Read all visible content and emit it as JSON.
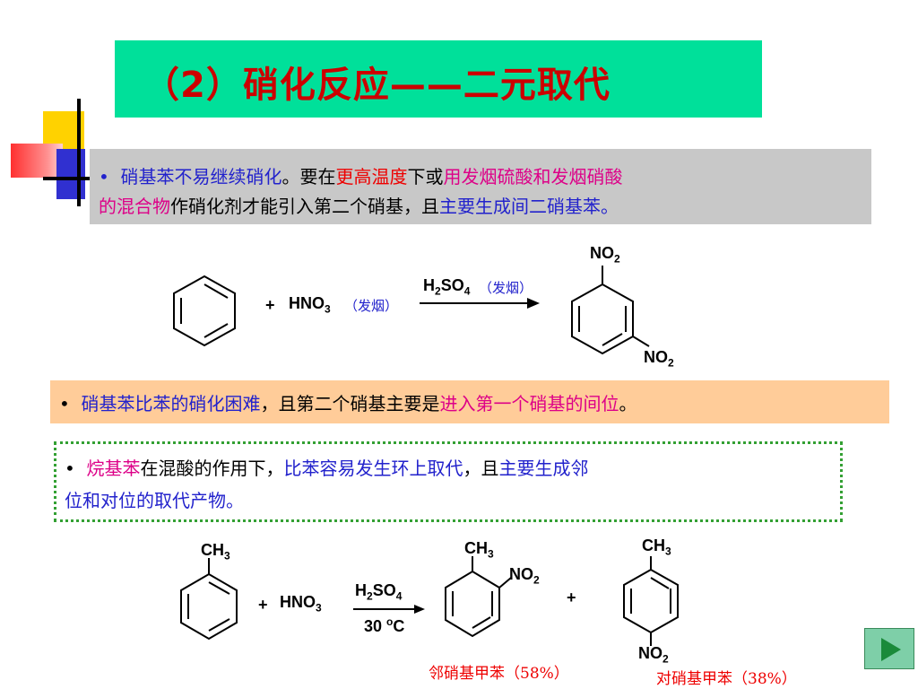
{
  "title": {
    "text": "（2）硝化反应——二元取代"
  },
  "bullet1": {
    "bullet": "•",
    "line1": [
      {
        "text": "硝基苯不易继续硝化",
        "color": "#2222cc"
      },
      {
        "text": "。要在",
        "color": "#000000"
      },
      {
        "text": "更高温度",
        "color": "#ee0000"
      },
      {
        "text": "下或",
        "color": "#000000"
      },
      {
        "text": "用发烟硫酸和发烟硝酸",
        "color": "#dd0088"
      }
    ],
    "line2": [
      {
        "text": "的混合物",
        "color": "#dd0088"
      },
      {
        "text": "作硝化剂才能引入第二个硝基，且",
        "color": "#000000"
      },
      {
        "text": "主要生成间二硝基苯。",
        "color": "#2222cc"
      }
    ]
  },
  "reaction1": {
    "plus": "+",
    "reagent": "HNO",
    "reagent_sub": "3",
    "reagent_note": "（发烟）",
    "catalyst": "H",
    "catalyst_sub1": "2",
    "catalyst_mid": "SO",
    "catalyst_sub2": "4",
    "catalyst_note": "（发烟）",
    "product_top": "NO",
    "product_top_sub": "2",
    "product_bottom": "NO",
    "product_bottom_sub": "2"
  },
  "bullet2": {
    "bullet": "•",
    "parts": [
      {
        "text": "硝基苯比苯的硝化困难",
        "color": "#2222cc"
      },
      {
        "text": "，且第二个硝基主要是",
        "color": "#000000"
      },
      {
        "text": "进入第一个硝基的间位",
        "color": "#dd0088"
      },
      {
        "text": "。",
        "color": "#000000"
      }
    ]
  },
  "bullet3": {
    "bullet": "•",
    "line1": [
      {
        "text": "烷基苯",
        "color": "#dd0088"
      },
      {
        "text": "在混酸的作用下，",
        "color": "#000000"
      },
      {
        "text": "比苯容易发生环上取代",
        "color": "#2222cc"
      },
      {
        "text": "，且",
        "color": "#000000"
      },
      {
        "text": "主要生成邻",
        "color": "#2222cc"
      }
    ],
    "line2": [
      {
        "text": "位和对位的取代产物。",
        "color": "#2222cc"
      }
    ]
  },
  "reaction2": {
    "reactant_group": "CH",
    "reactant_group_sub": "3",
    "plus1": "+",
    "reagent": "HNO",
    "reagent_sub": "3",
    "catalyst": "H",
    "catalyst_sub1": "2",
    "catalyst_mid": "SO",
    "catalyst_sub2": "4",
    "condition": "30 ",
    "condition_sup": "o",
    "condition_unit": "C",
    "ortho_group": "CH",
    "ortho_group_sub": "3",
    "ortho_nitro": "NO",
    "ortho_nitro_sub": "2",
    "plus2": "+",
    "para_group": "CH",
    "para_group_sub": "3",
    "para_nitro": "NO",
    "para_nitro_sub": "2",
    "ortho_caption": "邻硝基甲苯（58%）",
    "para_caption": "对硝基甲苯（38%）"
  },
  "nav": {
    "icon": "play-arrow-icon"
  }
}
